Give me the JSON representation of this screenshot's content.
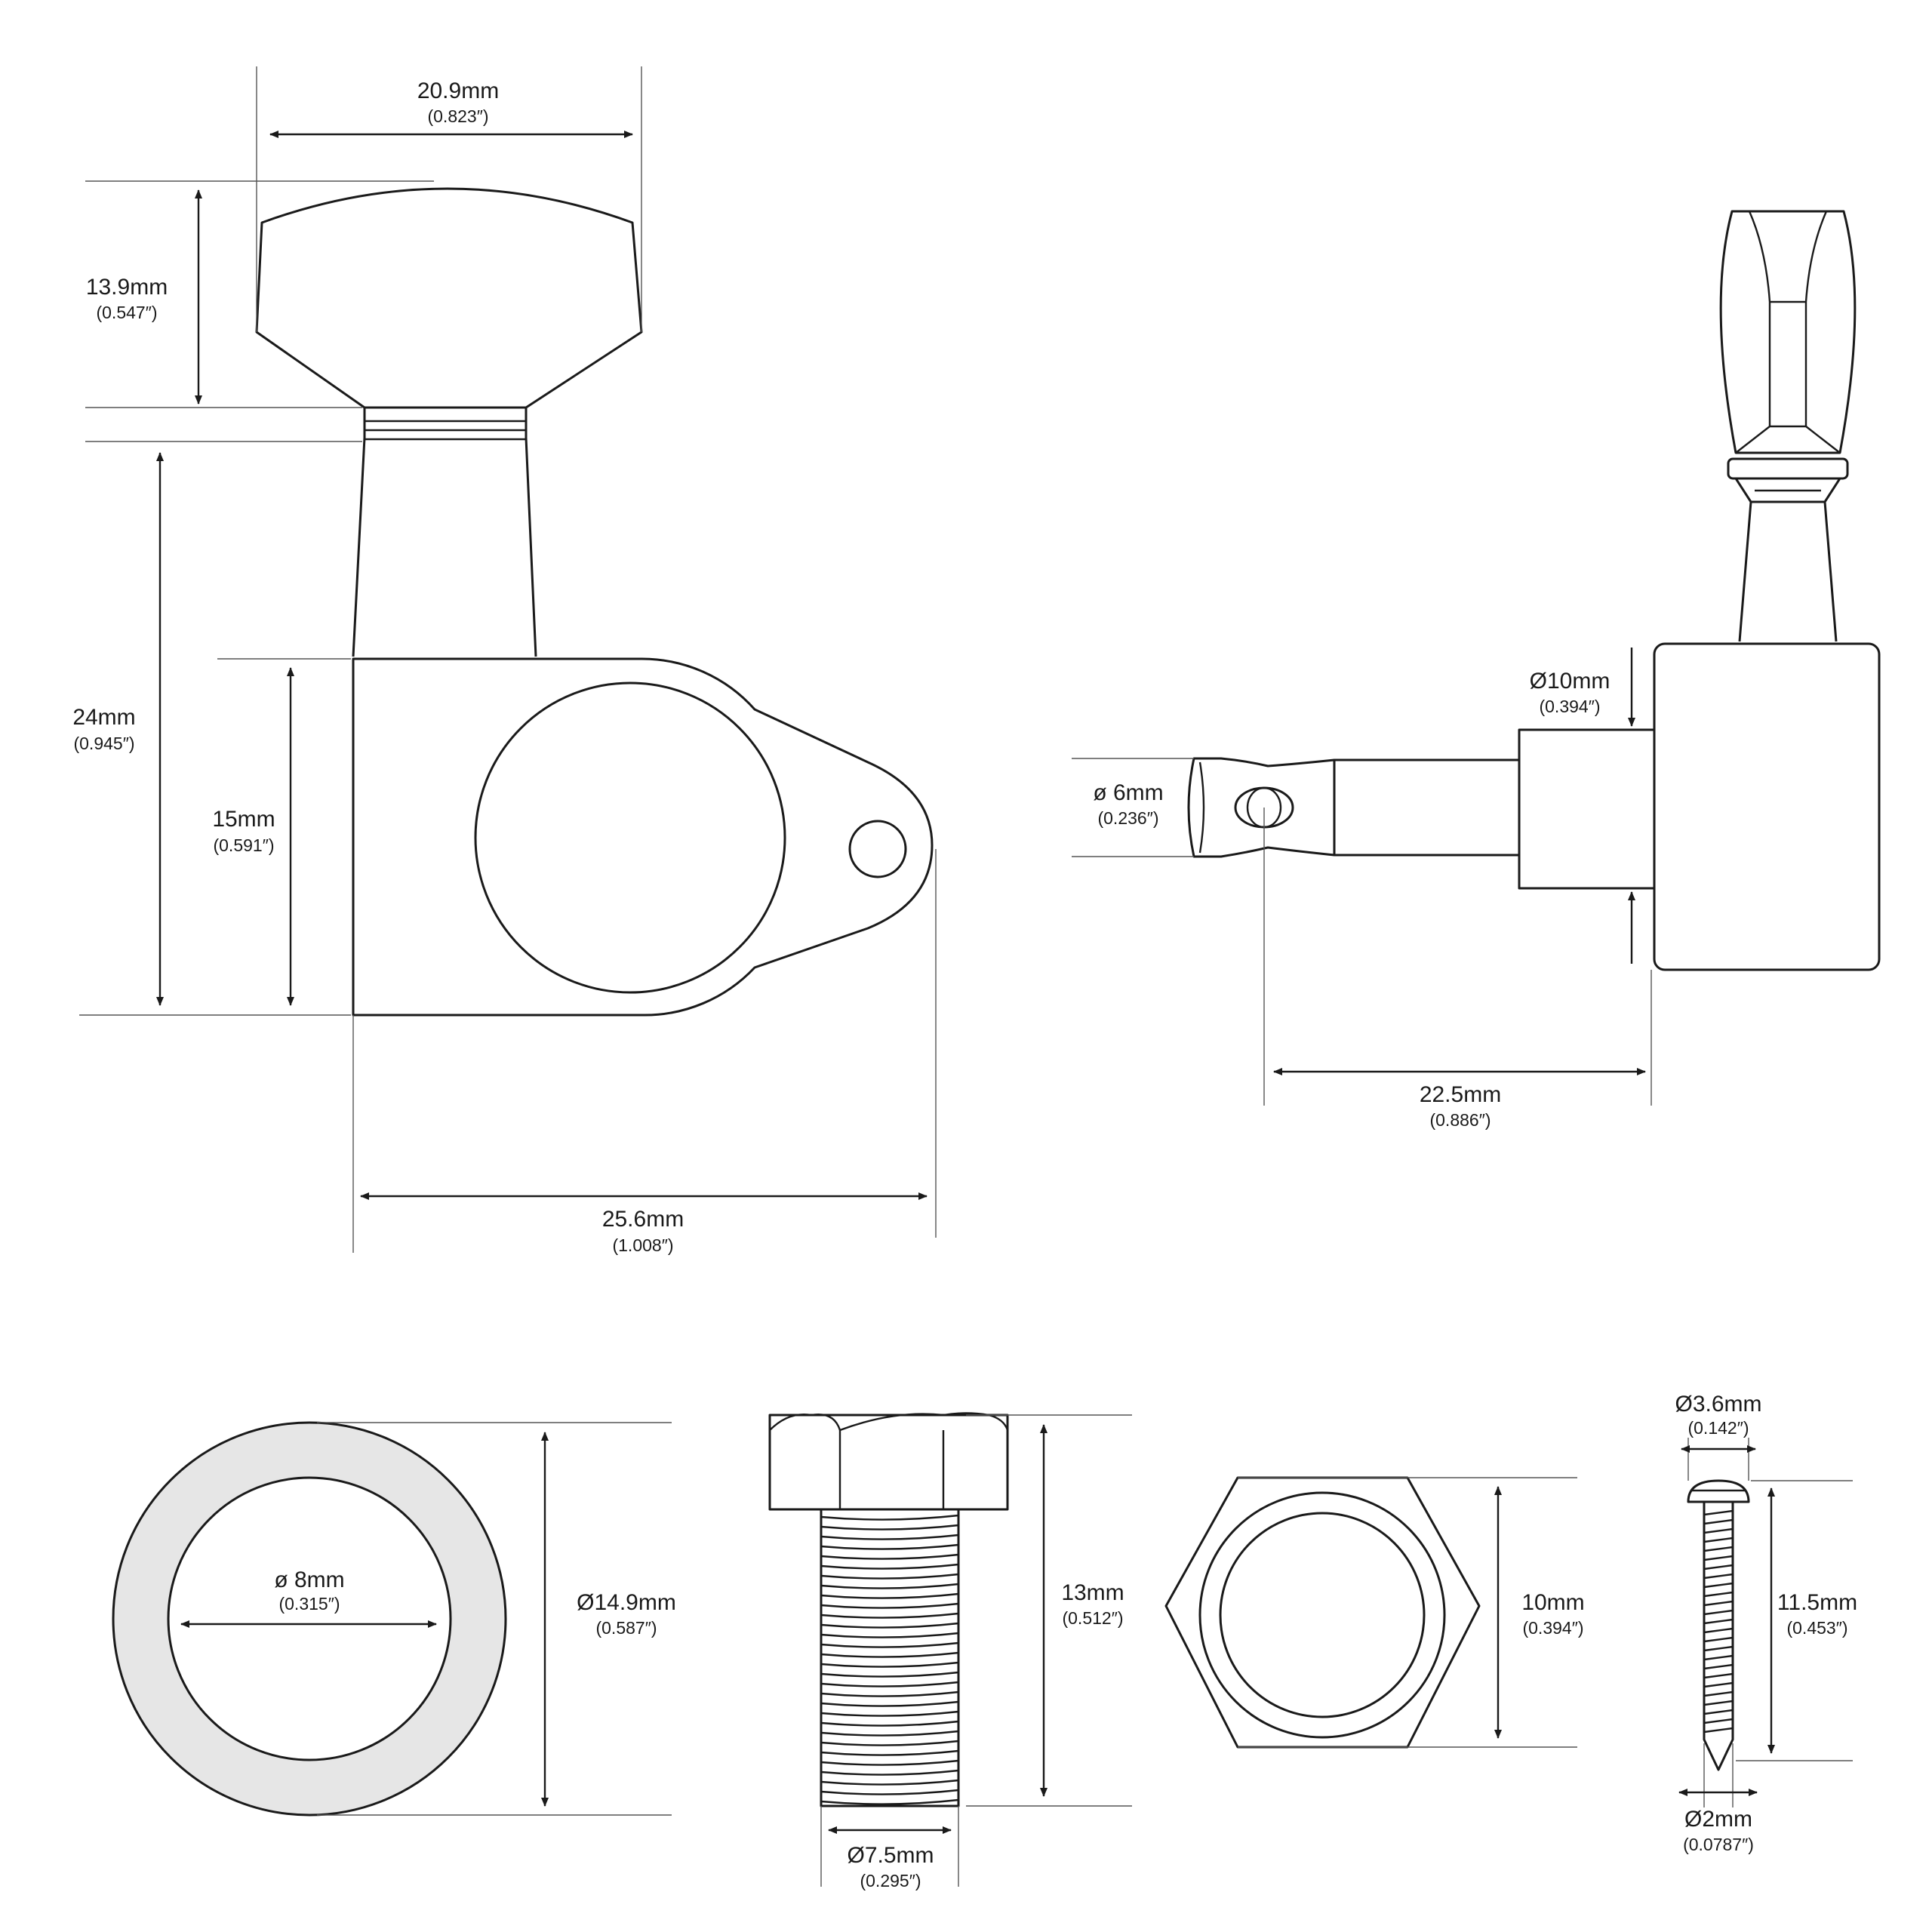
{
  "dimensions": {
    "button_width": {
      "mm": "20.9mm",
      "inch": "(0.823″)"
    },
    "button_height": {
      "mm": "13.9mm",
      "inch": "(0.547″)"
    },
    "total_height": {
      "mm": "24mm",
      "inch": "(0.945″)"
    },
    "housing_height": {
      "mm": "15mm",
      "inch": "(0.591″)"
    },
    "housing_width": {
      "mm": "25.6mm",
      "inch": "(1.008″)"
    },
    "bushing_diameter": {
      "mm": "Ø10mm",
      "inch": "(0.394″)"
    },
    "post_diameter": {
      "mm": "ø 6mm",
      "inch": "(0.236″)"
    },
    "post_length": {
      "mm": "22.5mm",
      "inch": "(0.886″)"
    },
    "washer_inner": {
      "mm": "ø 8mm",
      "inch": "(0.315″)"
    },
    "washer_outer": {
      "mm": "Ø14.9mm",
      "inch": "(0.587″)"
    },
    "bolt_height": {
      "mm": "13mm",
      "inch": "(0.512″)"
    },
    "bolt_diameter": {
      "mm": "Ø7.5mm",
      "inch": "(0.295″)"
    },
    "nut_size": {
      "mm": "10mm",
      "inch": "(0.394″)"
    },
    "screw_head": {
      "mm": "Ø3.6mm",
      "inch": "(0.142″)"
    },
    "screw_length": {
      "mm": "11.5mm",
      "inch": "(0.453″)"
    },
    "screw_tip": {
      "mm": "Ø2mm",
      "inch": "(0.0787″)"
    }
  }
}
